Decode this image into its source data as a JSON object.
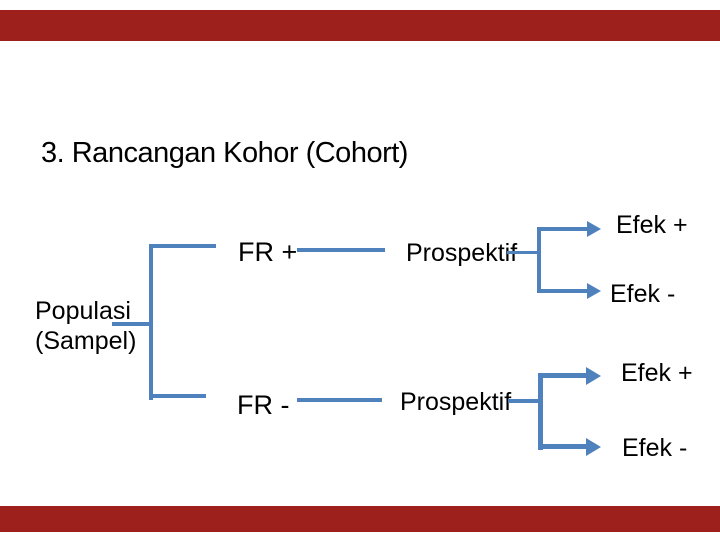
{
  "title": "3. Rancangan Kohor (Cohort)",
  "theme": {
    "background": "#ffffff",
    "bar_color": "#9e201d",
    "accent_line_color": "#4f81bd",
    "text_color": "#000000"
  },
  "diagram": {
    "root": {
      "line1": "Populasi",
      "line2": "(Sampel)"
    },
    "top_branch": {
      "factor": "FR +",
      "method": "Prospektif",
      "outcome_positive": "Efek +",
      "outcome_negative": "Efek -"
    },
    "bottom_branch": {
      "factor": "FR -",
      "method": "Prospektif",
      "outcome_positive": "Efek +",
      "outcome_negative": "Efek -"
    }
  }
}
